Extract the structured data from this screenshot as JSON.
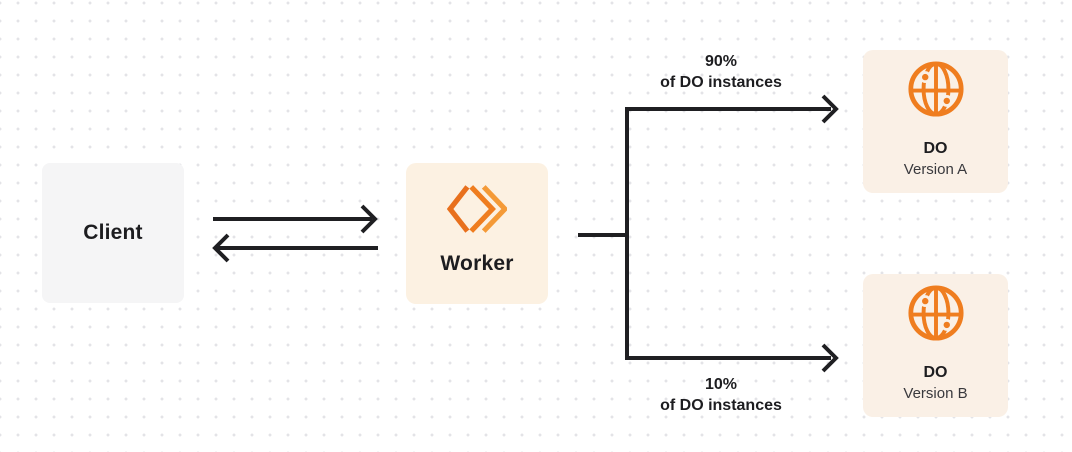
{
  "nodes": {
    "client": {
      "label": "Client"
    },
    "worker": {
      "label": "Worker",
      "icon": "workers-chevrons-icon"
    },
    "do_version_a": {
      "title": "DO",
      "subtitle": "Version A",
      "icon": "globe-icon"
    },
    "do_version_b": {
      "title": "DO",
      "subtitle": "Version B",
      "icon": "globe-icon"
    }
  },
  "edges": {
    "client_worker": {
      "type": "bidirectional-arrows"
    },
    "branch_a": {
      "percent": "90%",
      "caption": "of DO instances"
    },
    "branch_b": {
      "percent": "10%",
      "caption": "of DO instances"
    }
  },
  "colors": {
    "background": "#ffffff",
    "dot_grid": "#e3e3e7",
    "arrow": "#1f1f22",
    "client_bg": "#f5f5f6",
    "worker_bg": "#fcf1e2",
    "do_bg": "#faf0e6",
    "orange": "#ef7d1f",
    "orange_dark": "#e8701d",
    "orange_light": "#f49a37",
    "text_primary": "#1d1d20",
    "text_secondary": "#39393d"
  }
}
